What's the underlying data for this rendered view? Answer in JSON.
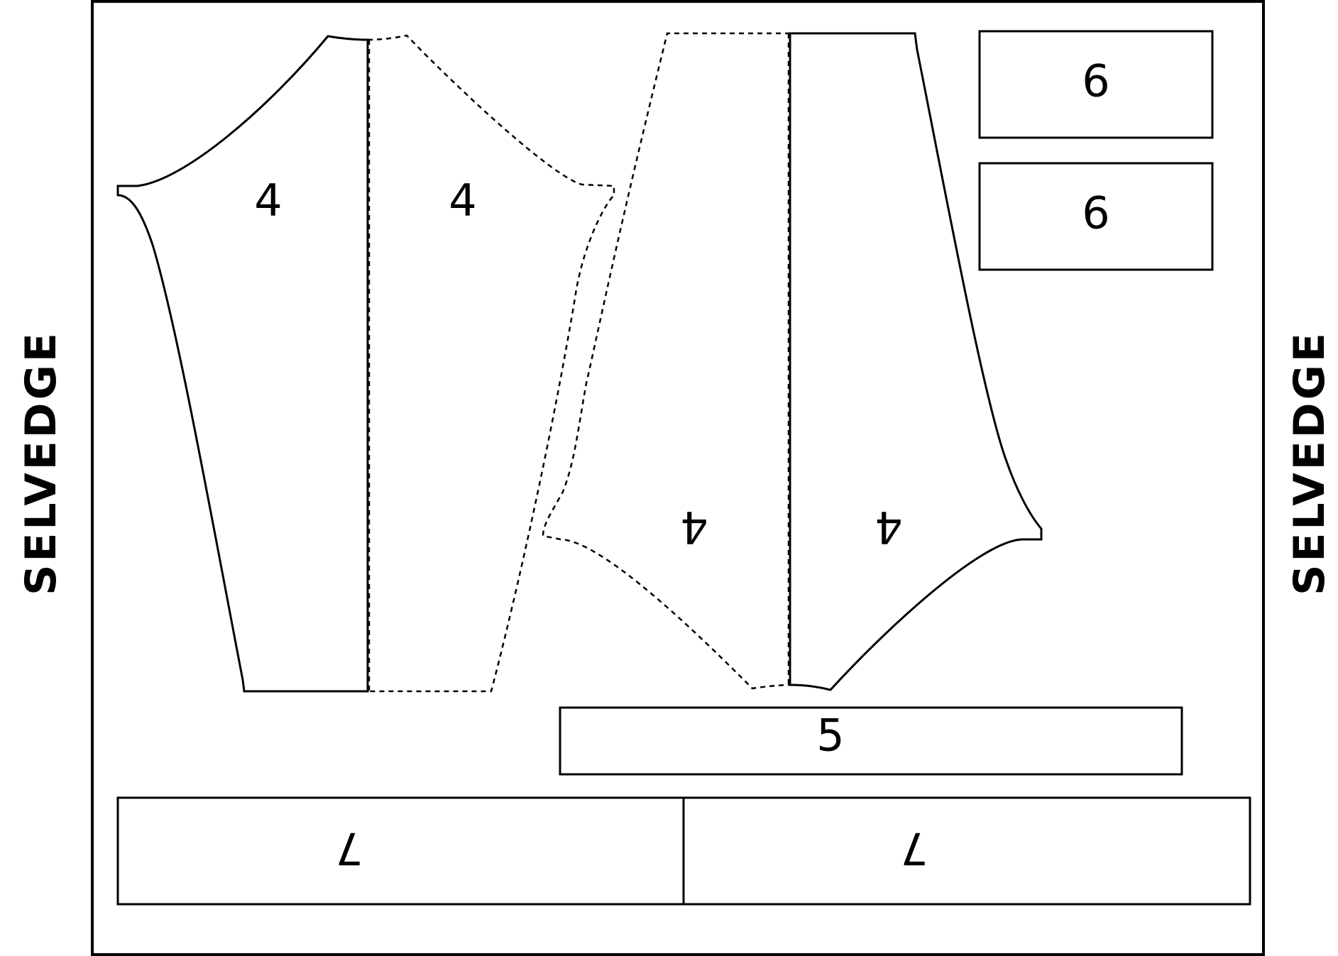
{
  "selvedge": {
    "left": "SELVEDGE",
    "right": "SELVEDGE"
  },
  "pieces": {
    "sleeve_top_left": "4",
    "sleeve_top_left_mirror": "4",
    "sleeve_bottom_mirror": "4",
    "sleeve_bottom_right": "4",
    "rect_six_upper": "6",
    "rect_six_lower": "6",
    "rect_five": "5",
    "rect_seven_left": "7",
    "rect_seven_right": "7"
  },
  "colors": {
    "line": "#000000",
    "background": "#ffffff"
  }
}
